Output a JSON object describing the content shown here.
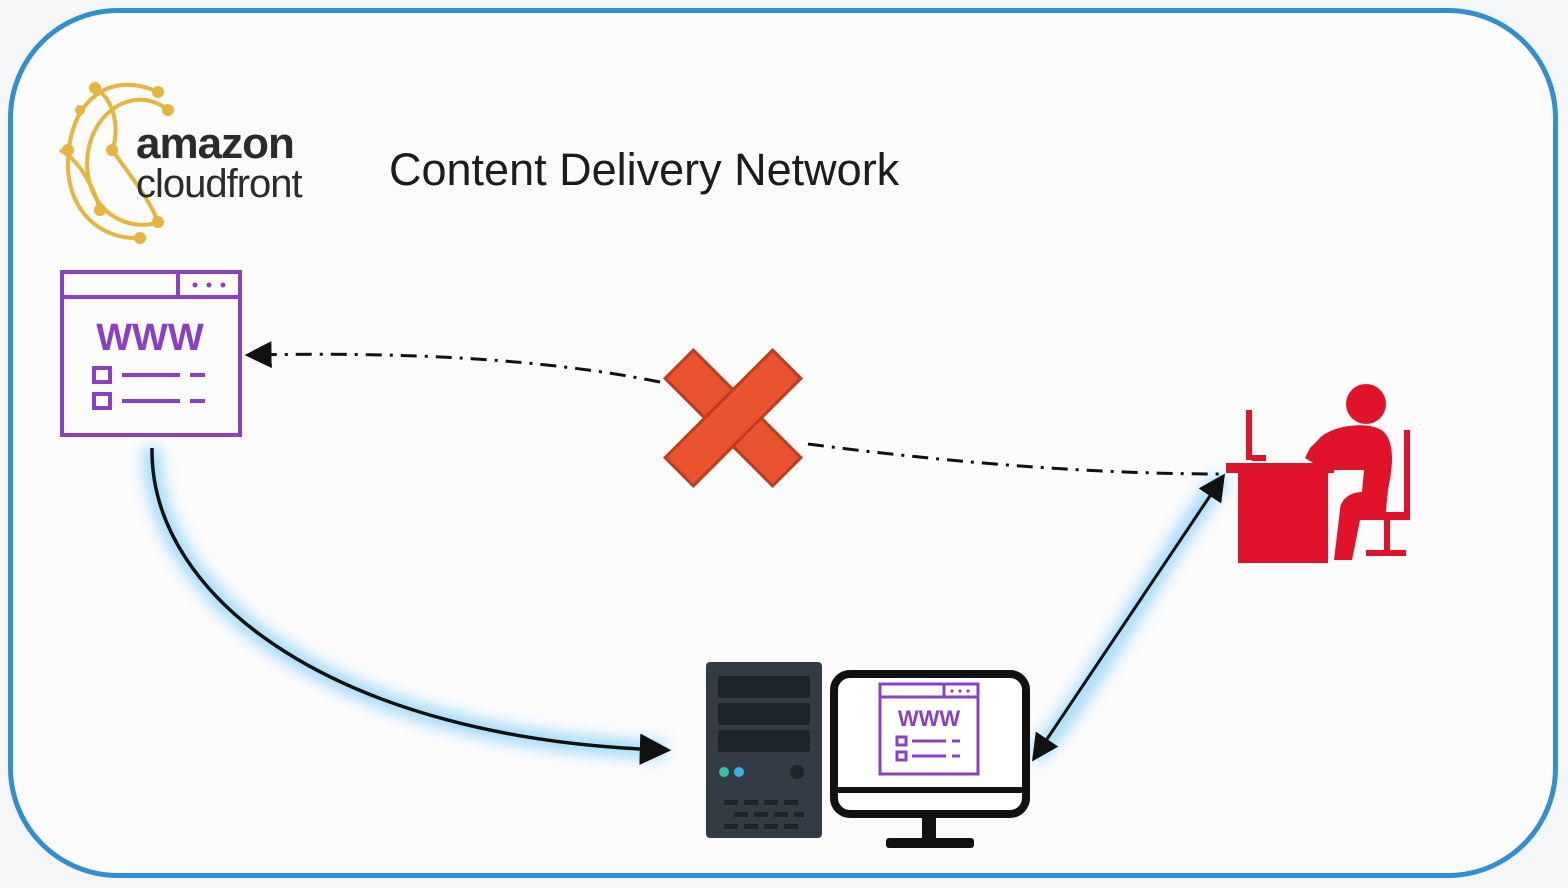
{
  "logo": {
    "line1": "amazon",
    "line2": "cloudfront",
    "color": "#e7b53c",
    "icon": "cloudfront-logo-icon"
  },
  "title": "Content Delivery Network",
  "origin_site": {
    "icon": "website-www-icon",
    "label": "WWW",
    "color": "#8a3fc4"
  },
  "edge_server": {
    "icon": "server-computer-icon",
    "screen_label": "WWW"
  },
  "user": {
    "icon": "user-at-desk-icon",
    "color": "#e0132a"
  },
  "blocked_marker": {
    "icon": "red-x-icon",
    "color": "#e8532f"
  },
  "colors": {
    "frame": "#2f8fd0",
    "glow": "#58c2f5",
    "arrow": "#111111"
  }
}
